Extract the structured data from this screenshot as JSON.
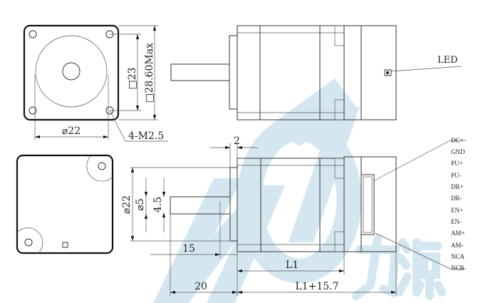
{
  "watermark": {
    "text": "MOT 力源",
    "color": "#bcd9e8"
  },
  "front_view": {
    "dim_square_inner": "□23",
    "dim_square_outer": "□28.60Max",
    "dim_diameter": "⌀22",
    "dim_holes": "4-M2.5"
  },
  "top_side_view": {
    "led_label": "LED"
  },
  "bottom_side_view": {
    "dim_flange": "2",
    "dim_boss": "⌀22",
    "dim_shaft": "⌀5",
    "dim_flat": "4.5",
    "dim_flat_length": "15",
    "dim_body": "L1",
    "dim_shaft_length": "20",
    "dim_total": "L1+15.7"
  },
  "pins": [
    "DC+",
    "GND",
    "PU+",
    "PU-",
    "DR+",
    "DR-",
    "EN+",
    "EN-",
    "AM+",
    "AM-",
    "NCA",
    "NCB"
  ]
}
